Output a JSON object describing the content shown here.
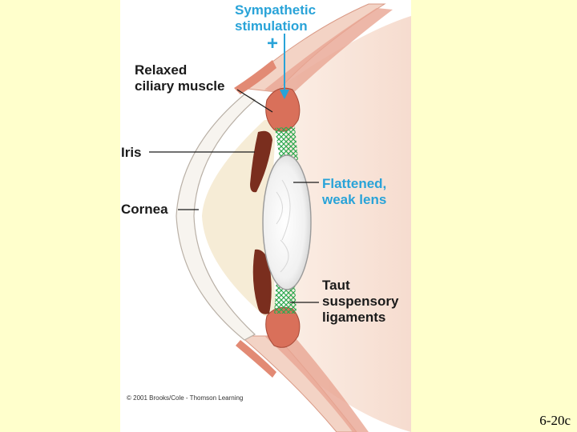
{
  "labels": {
    "sympathetic_line1": "Sympathetic",
    "sympathetic_line2": "stimulation",
    "plus_sign": "+",
    "relaxed_line1": "Relaxed",
    "relaxed_line2": "ciliary muscle",
    "iris": "Iris",
    "cornea": "Cornea",
    "flattened_line1": "Flattened,",
    "flattened_line2": "weak lens",
    "taut_line1": "Taut",
    "taut_line2": "suspensory",
    "taut_line3": "ligaments"
  },
  "copyright": "© 2001 Brooks/Cole - Thomson Learning",
  "slide_number": "6-20c",
  "colors": {
    "slide_background": "#ffffcc",
    "panel_background": "#ffffff",
    "label_blue": "#29a3d8",
    "label_black": "#1a1a1a",
    "ciliary_muscle": "#d9705a",
    "iris": "#7a2e1e",
    "ligaments": "#2fa84f",
    "sclera": "#f3d3c5"
  }
}
